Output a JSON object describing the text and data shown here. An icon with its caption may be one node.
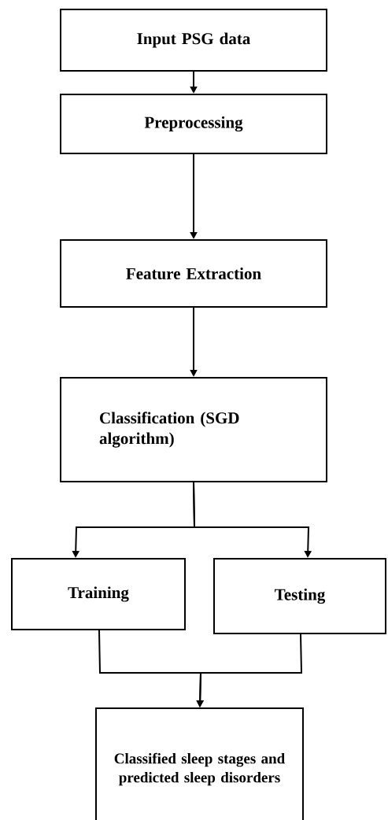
{
  "diagram": {
    "nodes": [
      {
        "text": [
          "Input PSG data"
        ]
      },
      {
        "text": [
          "Preprocessing"
        ]
      },
      {
        "text": [
          "Feature Extraction"
        ]
      },
      {
        "text": [
          "Classification (SGD algorithm)"
        ]
      },
      {
        "text": [
          "Training"
        ]
      },
      {
        "text": [
          "Testing"
        ]
      },
      {
        "text": [
          "Classified sleep stages and predicted sleep disorders"
        ]
      }
    ],
    "edges": [
      {
        "from": 0,
        "to": 1,
        "arrow": "to"
      },
      {
        "from": 1,
        "to": 2,
        "arrow": "to"
      },
      {
        "from": 2,
        "to": 3,
        "arrow": "to"
      },
      {
        "from": 3,
        "to": 4,
        "arrow": "to"
      },
      {
        "from": 3,
        "to": 5,
        "arrow": "to"
      },
      {
        "from": 4,
        "to": 6,
        "arrow": "to"
      },
      {
        "from": 5,
        "to": 6,
        "arrow": "to"
      }
    ]
  }
}
